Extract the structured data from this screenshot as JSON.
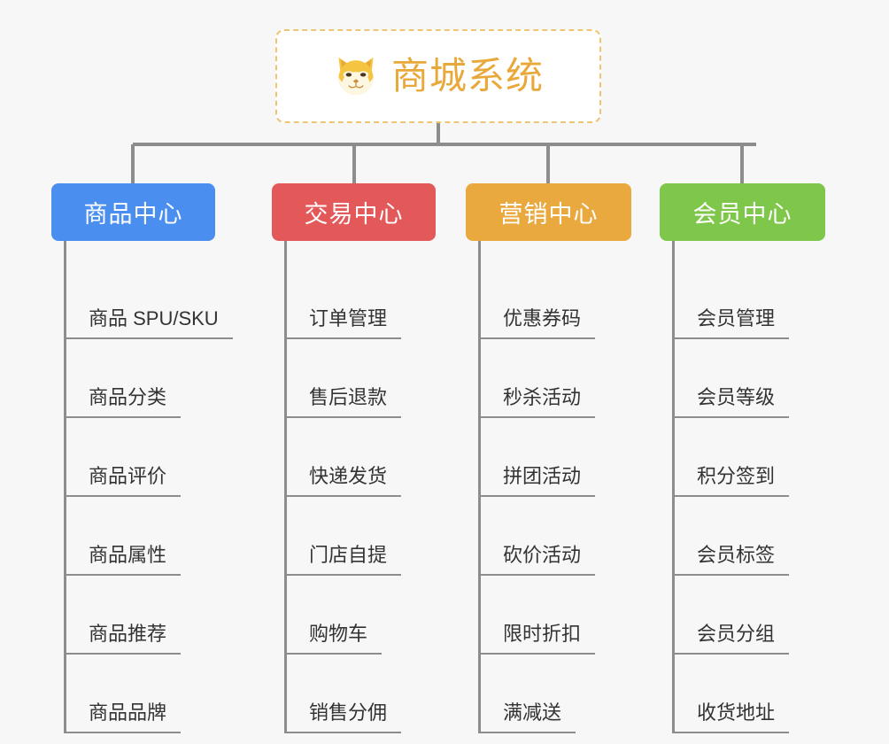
{
  "canvas": {
    "background": "#f7f7f8",
    "connector_color": "#8d8d8d"
  },
  "root": {
    "title": "商城系统",
    "icon": "shiba-dog-face-emoji",
    "text_color": "#e8a93a",
    "border_color": "#f0c571",
    "background": "#ffffff"
  },
  "branches": [
    {
      "label": "商品中心",
      "color": "#4a8ef0",
      "items": [
        "商品 SPU/SKU",
        "商品分类",
        "商品评价",
        "商品属性",
        "商品推荐",
        "商品品牌"
      ]
    },
    {
      "label": "交易中心",
      "color": "#e3595a",
      "items": [
        "订单管理",
        "售后退款",
        "快递发货",
        "门店自提",
        "购物车",
        "销售分佣"
      ]
    },
    {
      "label": "营销中心",
      "color": "#eaa93f",
      "items": [
        "优惠券码",
        "秒杀活动",
        "拼团活动",
        "砍价活动",
        "限时折扣",
        "满减送"
      ]
    },
    {
      "label": "会员中心",
      "color": "#7ec74a",
      "items": [
        "会员管理",
        "会员等级",
        "积分签到",
        "会员标签",
        "会员分组",
        "收货地址"
      ]
    }
  ]
}
